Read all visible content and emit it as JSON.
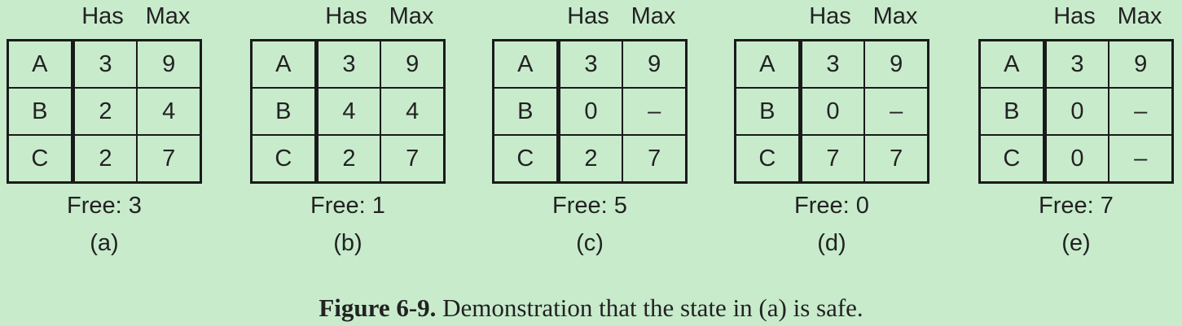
{
  "header": {
    "has": "Has",
    "max": "Max"
  },
  "free_label": "Free:",
  "panels": [
    {
      "label": "(a)",
      "free": "3",
      "rows": [
        {
          "proc": "A",
          "has": "3",
          "max": "9"
        },
        {
          "proc": "B",
          "has": "2",
          "max": "4"
        },
        {
          "proc": "C",
          "has": "2",
          "max": "7"
        }
      ]
    },
    {
      "label": "(b)",
      "free": "1",
      "rows": [
        {
          "proc": "A",
          "has": "3",
          "max": "9"
        },
        {
          "proc": "B",
          "has": "4",
          "max": "4"
        },
        {
          "proc": "C",
          "has": "2",
          "max": "7"
        }
      ]
    },
    {
      "label": "(c)",
      "free": "5",
      "rows": [
        {
          "proc": "A",
          "has": "3",
          "max": "9"
        },
        {
          "proc": "B",
          "has": "0",
          "max": "–"
        },
        {
          "proc": "C",
          "has": "2",
          "max": "7"
        }
      ]
    },
    {
      "label": "(d)",
      "free": "0",
      "rows": [
        {
          "proc": "A",
          "has": "3",
          "max": "9"
        },
        {
          "proc": "B",
          "has": "0",
          "max": "–"
        },
        {
          "proc": "C",
          "has": "7",
          "max": "7"
        }
      ]
    },
    {
      "label": "(e)",
      "free": "7",
      "rows": [
        {
          "proc": "A",
          "has": "3",
          "max": "9"
        },
        {
          "proc": "B",
          "has": "0",
          "max": "–"
        },
        {
          "proc": "C",
          "has": "0",
          "max": "–"
        }
      ]
    }
  ],
  "caption": {
    "number": "Figure 6-9.",
    "text": "Demonstration that the state in (a) is safe."
  }
}
